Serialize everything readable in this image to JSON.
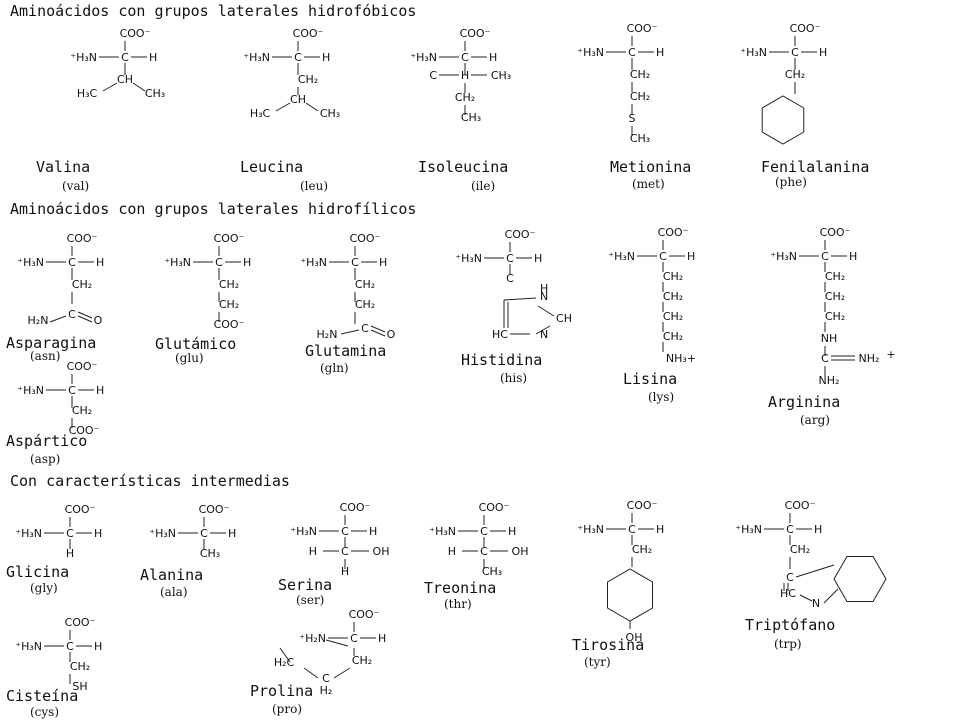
{
  "sections": [
    {
      "title": "Aminoácidos con grupos laterales hidrofóbicos"
    },
    {
      "title": "Aminoácidos con grupos laterales hidrofílicos"
    },
    {
      "title": "Con características intermedias"
    }
  ],
  "amino_acids": [
    {
      "name": "Valina",
      "abbr": "(val)",
      "atoms": [
        "COO⁻",
        "⁺H₃N",
        "C",
        "H",
        "CH",
        "H₃C",
        "CH₃"
      ]
    },
    {
      "name": "Leucina",
      "abbr": "(leu)",
      "atoms": [
        "COO⁻",
        "⁺H₃N",
        "C",
        "H",
        "CH₂",
        "CH",
        "H₃C",
        "CH₃"
      ]
    },
    {
      "name": "Isoleucina",
      "abbr": "(ile)",
      "atoms": [
        "COO⁻",
        "⁺H₃N",
        "C",
        "H",
        "C",
        "H",
        "CH₃",
        "CH₂",
        "CH₃"
      ]
    },
    {
      "name": "Metionina",
      "abbr": "(met)",
      "atoms": [
        "COO⁻",
        "⁺H₃N",
        "C",
        "H",
        "CH₂",
        "CH₂",
        "S",
        "CH₃"
      ]
    },
    {
      "name": "Fenilalanina",
      "abbr": "(phe)",
      "atoms": [
        "COO⁻",
        "⁺H₃N",
        "C",
        "H",
        "CH₂"
      ]
    },
    {
      "name": "Asparagina",
      "abbr": "(asn)",
      "atoms": [
        "COO⁻",
        "⁺H₃N",
        "C",
        "H",
        "CH₂",
        "C",
        "H₂N",
        "O"
      ]
    },
    {
      "name": "Glutámico",
      "abbr": "(glu)",
      "atoms": [
        "COO⁻",
        "⁺H₃N",
        "C",
        "H",
        "CH₂",
        "CH₂",
        "COO⁻"
      ]
    },
    {
      "name": "Glutamina",
      "abbr": "(gln)",
      "atoms": [
        "COO⁻",
        "⁺H₃N",
        "C",
        "H",
        "CH₂",
        "CH₂",
        "C",
        "H₂N",
        "O"
      ]
    },
    {
      "name": "Histidina",
      "abbr": "(his)",
      "atoms": [
        "COO⁻",
        "⁺H₃N",
        "C",
        "H",
        "C",
        "H",
        "N",
        "CH",
        "HC",
        "N",
        "H"
      ]
    },
    {
      "name": "Lisina",
      "abbr": "(lys)",
      "atoms": [
        "COO⁻",
        "⁺H₃N",
        "C",
        "H",
        "CH₂",
        "CH₂",
        "CH₂",
        "CH₂",
        "NH₃+"
      ]
    },
    {
      "name": "Arginina",
      "abbr": "(arg)",
      "atoms": [
        "COO⁻",
        "⁺H₃N",
        "C",
        "H",
        "CH₂",
        "CH₂",
        "CH₂",
        "NH",
        "C",
        "NH₂",
        "+",
        "NH₂"
      ]
    },
    {
      "name": "Aspártico",
      "abbr": "(asp)",
      "atoms": [
        "COO⁻",
        "⁺H₃N",
        "C",
        "H",
        "CH₂",
        "COO⁻"
      ]
    },
    {
      "name": "Glicina",
      "abbr": "(gly)",
      "atoms": [
        "COO⁻",
        "⁺H₃N",
        "C",
        "H",
        "H"
      ]
    },
    {
      "name": "Alanina",
      "abbr": "(ala)",
      "atoms": [
        "COO⁻",
        "⁺H₃N",
        "C",
        "H",
        "CH₃"
      ]
    },
    {
      "name": "Serina",
      "abbr": "(ser)",
      "atoms": [
        "COO⁻",
        "⁺H₃N",
        "C",
        "H",
        "H",
        "C",
        "OH",
        "H"
      ]
    },
    {
      "name": "Treonina",
      "abbr": "(thr)",
      "atoms": [
        "COO⁻",
        "⁺H₃N",
        "C",
        "H",
        "H",
        "C",
        "OH",
        "CH₃"
      ]
    },
    {
      "name": "Tirosina",
      "abbr": "(tyr)",
      "atoms": [
        "COO⁻",
        "⁺H₃N",
        "C",
        "H",
        "CH₂",
        "OH"
      ]
    },
    {
      "name": "Triptófano",
      "abbr": "(trp)",
      "atoms": [
        "COO⁻",
        "⁺H₃N",
        "C",
        "H",
        "CH₂",
        "C",
        "HC",
        "N",
        "H"
      ]
    },
    {
      "name": "Cisteína",
      "abbr": "(cys)",
      "atoms": [
        "COO⁻",
        "⁺H₃N",
        "C",
        "H",
        "CH₂",
        "SH"
      ]
    },
    {
      "name": "Prolina",
      "abbr": "(pro)",
      "atoms": [
        "COO⁻",
        "⁺H₂N",
        "C",
        "H",
        "H₂C",
        "CH₂",
        "C",
        "H₂"
      ]
    }
  ]
}
